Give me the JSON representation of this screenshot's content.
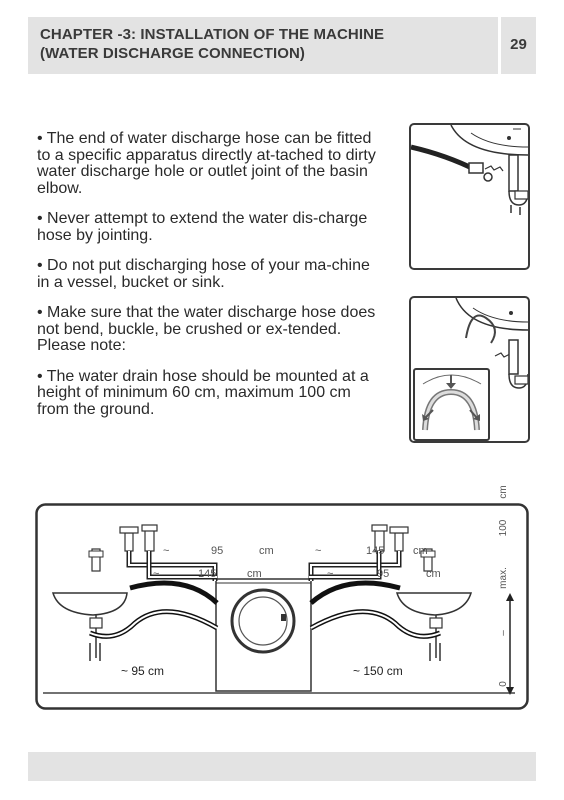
{
  "header": {
    "title_line1": "CHAPTER -3:  INSTALLATION OF THE MACHINE",
    "title_line2": "(WATER DISCHARGE CONNECTION)",
    "page_number": "29"
  },
  "bullets": [
    "• The end of water discharge hose can be fitted to a specific apparatus directly at-tached to dirty water discharge hole or outlet joint of the basin elbow.",
    "• Never attempt to extend the water dis-charge hose by jointing.",
    "• Do not put discharging hose of your ma-chine in a vessel, bucket or sink.",
    "• Make sure that the water discharge hose does not bend, buckle, be crushed or ex-tended. Please note:",
    "• The water drain hose should be mounted at a height of minimum 60 cm, maximum 100 cm from the ground."
  ],
  "diagram": {
    "label_left_bottom": "~ 95 cm",
    "label_right_bottom": "~ 150 cm",
    "label_top_95": "95",
    "label_top_cm": "cm",
    "label_tilde": "~",
    "label_145": "145",
    "label_cm2": "cm",
    "label_right_145": "145",
    "label_right_cm": "cm",
    "label_right_95": "95",
    "label_right_cm2": "cm",
    "scale_cm": "cm",
    "scale_100": "100",
    "scale_max": "max.",
    "scale_dash": "–",
    "scale_0": "0"
  }
}
